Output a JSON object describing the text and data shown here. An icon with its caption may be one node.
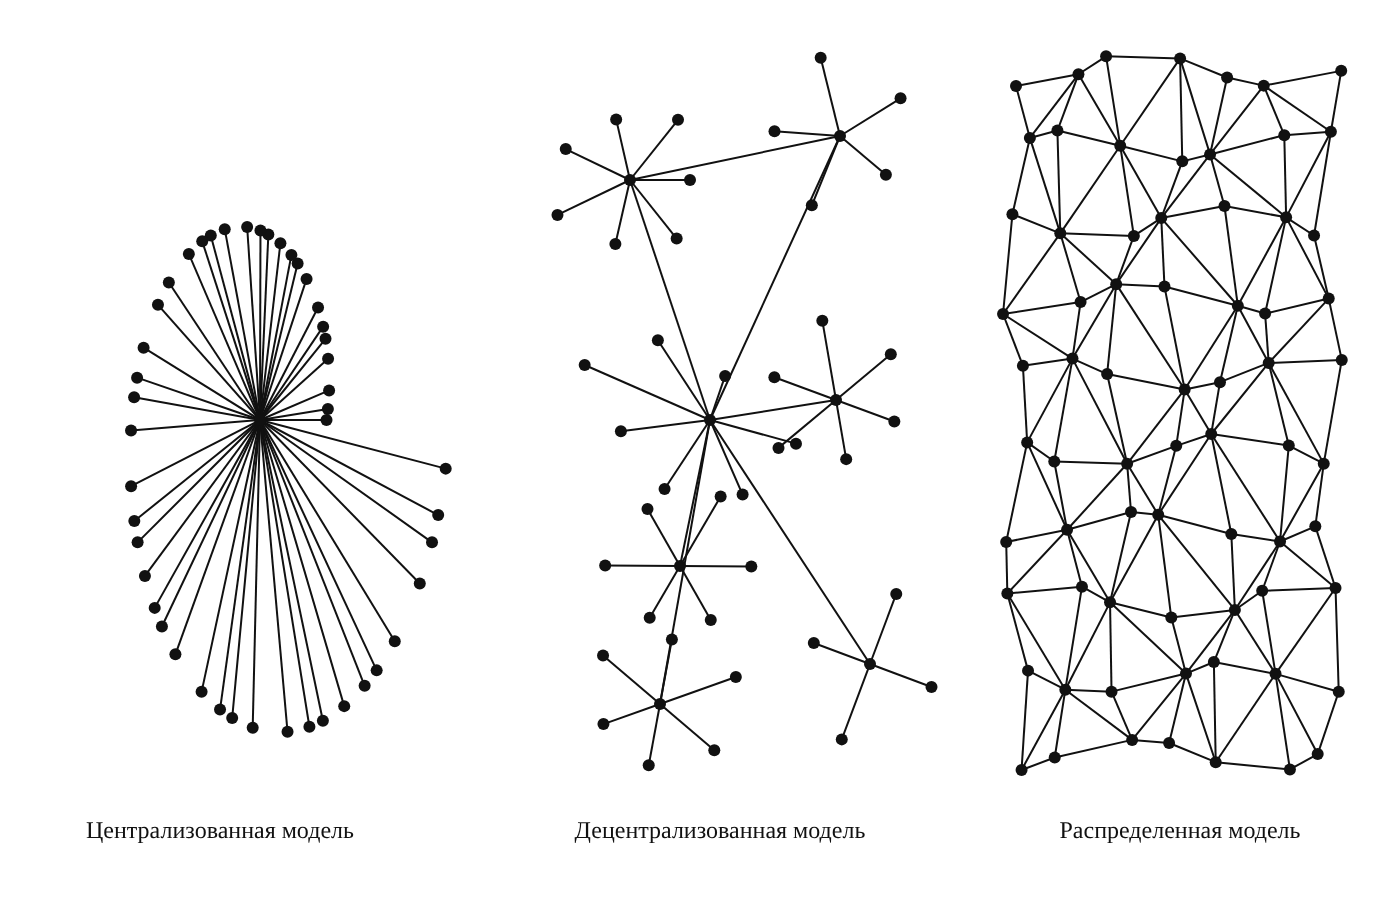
{
  "diagram": {
    "labels": [
      "Централизованная модель",
      "Децентрализованная модель",
      "Распределенная модель"
    ]
  }
}
